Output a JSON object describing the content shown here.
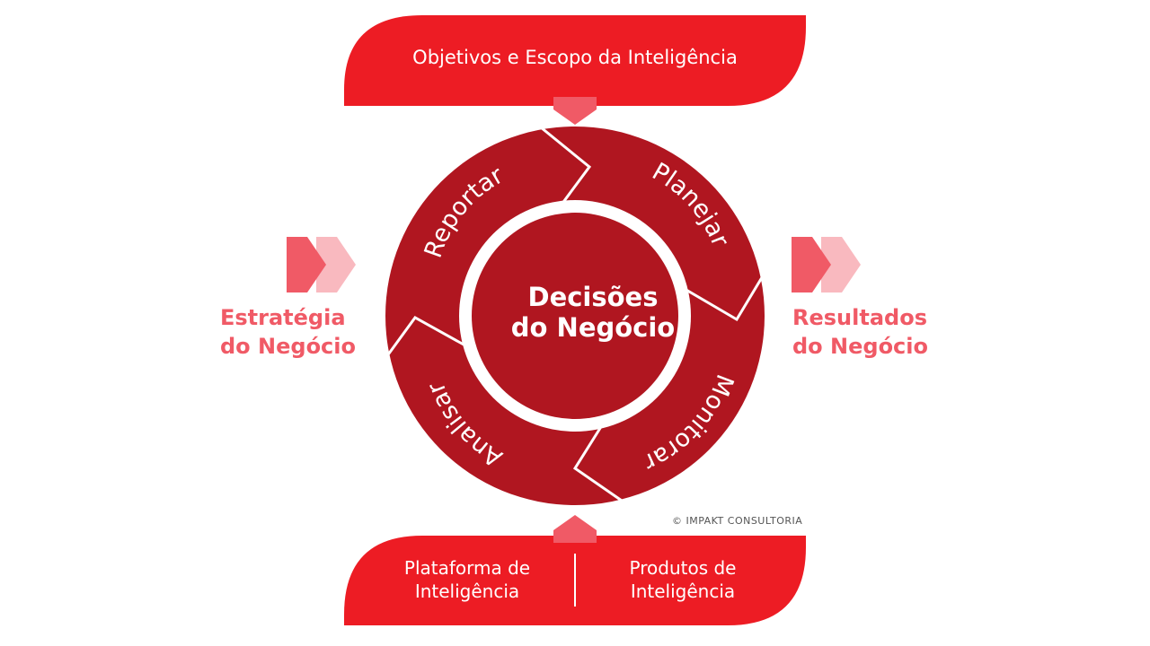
{
  "top_banner": {
    "title": "Objetivos e Escopo da Inteligência"
  },
  "bottom_banner": {
    "left": "Plataforma de Inteligência",
    "right": "Produtos de Inteligência"
  },
  "side_left": {
    "line1": "Estratégia",
    "line2": "do Negócio"
  },
  "side_right": {
    "line1": "Resultados",
    "line2": "do Negócio"
  },
  "cycle": {
    "center_line1": "Decisões",
    "center_line2": "do Negócio",
    "steps": [
      "Planejar",
      "Monitorar",
      "Analisar",
      "Reportar"
    ]
  },
  "copyright": "© IMPAKT CONSULTORIA",
  "colors": {
    "banner_red": "#ed1c24",
    "ring_dark_red": "#b01620",
    "accent_pink": "#f05a66",
    "light_pink": "#f9b9bf"
  }
}
